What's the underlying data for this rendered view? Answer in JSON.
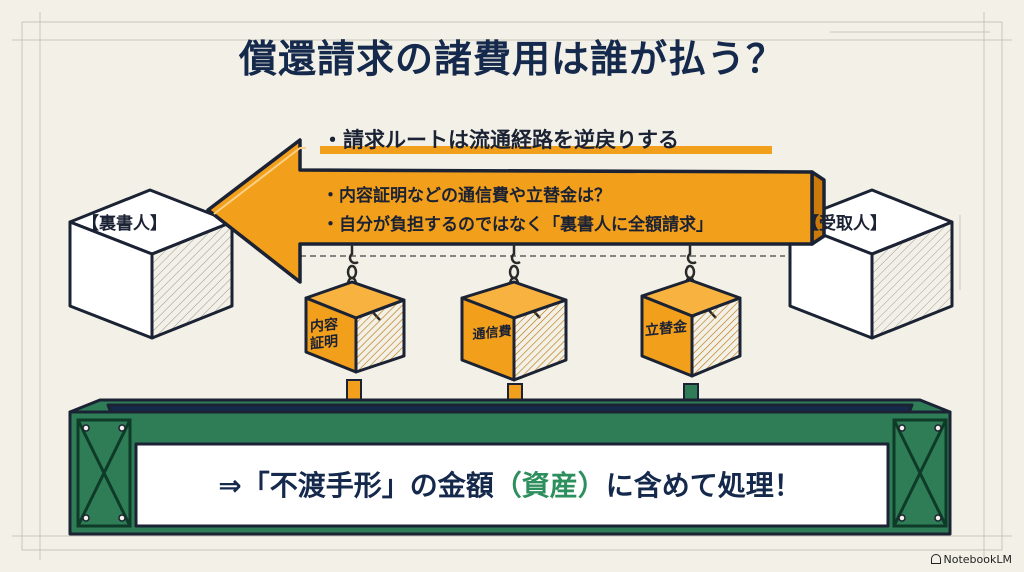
{
  "title": "償還請求の諸費用は誰が払う？",
  "bullets": [
    "・請求ルートは流通経路を逆戻りする",
    "・内容証明などの通信費や立替金は？",
    "・自分が負担するのではなく「裏書人に全額請求」"
  ],
  "parties": {
    "left": "【裏書人】",
    "right": "【受取人】"
  },
  "cost_items": [
    "内容\n証明",
    "通信費",
    "立替金"
  ],
  "conclusion": {
    "prefix": "⇒「不渡手形」の金額",
    "highlight": "（資産）",
    "suffix": "に含めて処理！"
  },
  "colors": {
    "arrow_orange": "#f29f1c",
    "navy": "#14294b",
    "green": "#2e7d57",
    "highlight_green": "#2e8f5e"
  },
  "branding": {
    "logo_text": "NotebookLM",
    "logo_icon": "notebooklm-icon"
  }
}
